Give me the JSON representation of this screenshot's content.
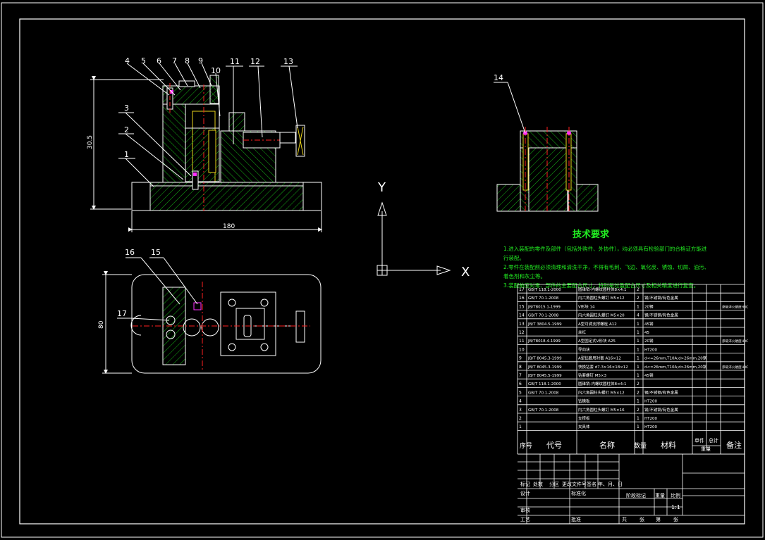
{
  "colors": {
    "background": "#000000",
    "outline": "#ffffff",
    "hatch": "#18c418",
    "center_line": "#ff2020",
    "yellow": "#e8d21a",
    "magenta": "#ff30ff",
    "notes_text": "#22ee22",
    "table_text": "#ffffff"
  },
  "callouts": {
    "front": [
      "4",
      "5",
      "6",
      "7",
      "8",
      "9",
      "10",
      "11",
      "12",
      "13",
      "3",
      "2",
      "1"
    ],
    "top": [
      "16",
      "15",
      "17"
    ],
    "side": [
      "14"
    ]
  },
  "dimensions": {
    "height": "30.5",
    "width": "180",
    "depth": "80"
  },
  "ucs": {
    "y_label": "Y",
    "x_label": "X"
  },
  "notes": {
    "title": "技术要求",
    "lines": [
      "1.进入装配的零件及部件（包括外购件、外协件），均必须具有检验部门的合格证方能进",
      "行装配。",
      "2.零件在装配前必须清理和清洗干净，不得有毛刺、飞边、氧化皮、锈蚀、切屑、油污、",
      "着色剂和灰尘等。",
      "3.装配前应对零、部件的主要配合尺寸，特别是过盈配合尺寸及相关精度进行复查。"
    ]
  },
  "bom": {
    "header": {
      "no": "序号",
      "code": "代号",
      "name": "名称",
      "qty": "数量",
      "material": "材料",
      "single": "单件",
      "total": "总计",
      "weight": "重量",
      "remark": "备注"
    },
    "rows": [
      {
        "no": "17",
        "code": "GB/T 118.1-2000",
        "name": "圆锥销-内螺纹圆柱体8×4:1",
        "qty": "2",
        "material": "",
        "remark": ""
      },
      {
        "no": "16",
        "code": "GB/T 70.1-2008",
        "name": "内六角圆柱头螺钉 M5×12",
        "qty": "2",
        "material": "钢/不锈钢/有色金属",
        "remark": ""
      },
      {
        "no": "15",
        "code": "JB/T8015.1-1999",
        "name": "V形块 14",
        "qty": "1",
        "material": "20钢",
        "remark": "渗碳淬火硬度HRC"
      },
      {
        "no": "14",
        "code": "GB/T 70.1-2008",
        "name": "内六角圆柱头螺钉 M5×20",
        "qty": "4",
        "material": "钢/不锈钢/有色金属",
        "remark": ""
      },
      {
        "no": "13",
        "code": "JB/T 3804.5-1999",
        "name": "A型可调支撑螺栓 A12",
        "qty": "1",
        "material": "45钢",
        "remark": ""
      },
      {
        "no": "12",
        "code": "",
        "name": "丝杠",
        "qty": "1",
        "material": "45",
        "remark": ""
      },
      {
        "no": "11",
        "code": "JB/T8018.4-1999",
        "name": "A型固定式V形块 A25",
        "qty": "1",
        "material": "20钢",
        "remark": "渗碳淬火硬度HRC"
      },
      {
        "no": "10",
        "code": "",
        "name": "导向块",
        "qty": "1",
        "material": "HT200",
        "remark": ""
      },
      {
        "no": "9",
        "code": "JB/T 8045.3-1999",
        "name": "A型钻套用衬套 A16×12",
        "qty": "1",
        "material": "d<=26mm,T10A;d>26mm,20钢",
        "remark": ""
      },
      {
        "no": "8",
        "code": "JB/T 8045.3-1999",
        "name": "快换钻套 d7.3×16×18×12",
        "qty": "1",
        "material": "d<=26mm,T10A;d>26mm,20钢",
        "remark": "渗碳淬火硬度HRC"
      },
      {
        "no": "7",
        "code": "JB/T 8045.5-1999",
        "name": "钻套螺钉 M5×3",
        "qty": "1",
        "material": "45钢",
        "remark": ""
      },
      {
        "no": "6",
        "code": "GB/T 118.1-2000",
        "name": "圆锥销-内螺纹圆柱体8×4:1",
        "qty": "2",
        "material": "",
        "remark": ""
      },
      {
        "no": "5",
        "code": "GB/T 70.1-2008",
        "name": "内六角圆柱头螺钉 M5×12",
        "qty": "2",
        "material": "钢/不锈钢/有色金属",
        "remark": ""
      },
      {
        "no": "4",
        "code": "",
        "name": "钻模板",
        "qty": "1",
        "material": "HT200",
        "remark": ""
      },
      {
        "no": "3",
        "code": "GB/T 70.1-2008",
        "name": "内六角圆柱头螺钉 M5×16",
        "qty": "2",
        "material": "钢/不锈钢/有色金属",
        "remark": ""
      },
      {
        "no": "2",
        "code": "",
        "name": "支撑板",
        "qty": "1",
        "material": "HT200",
        "remark": ""
      },
      {
        "no": "1",
        "code": "",
        "name": "夹具体",
        "qty": "1",
        "material": "HT200",
        "remark": ""
      }
    ]
  },
  "title_block": {
    "mark": "标记",
    "count": "处数",
    "zone": "分区",
    "change_doc": "更改文件号",
    "sign": "签名",
    "date": "年、月、日",
    "design": "设计",
    "standard": "标准化",
    "review": "审核",
    "process": "工艺",
    "approve": "批准",
    "stage_mark": "阶段标记",
    "weight": "重量",
    "scale": "比例",
    "scale_value": "1:1",
    "total": "共",
    "sheets": "张",
    "page": "第",
    "sheet": "张"
  }
}
